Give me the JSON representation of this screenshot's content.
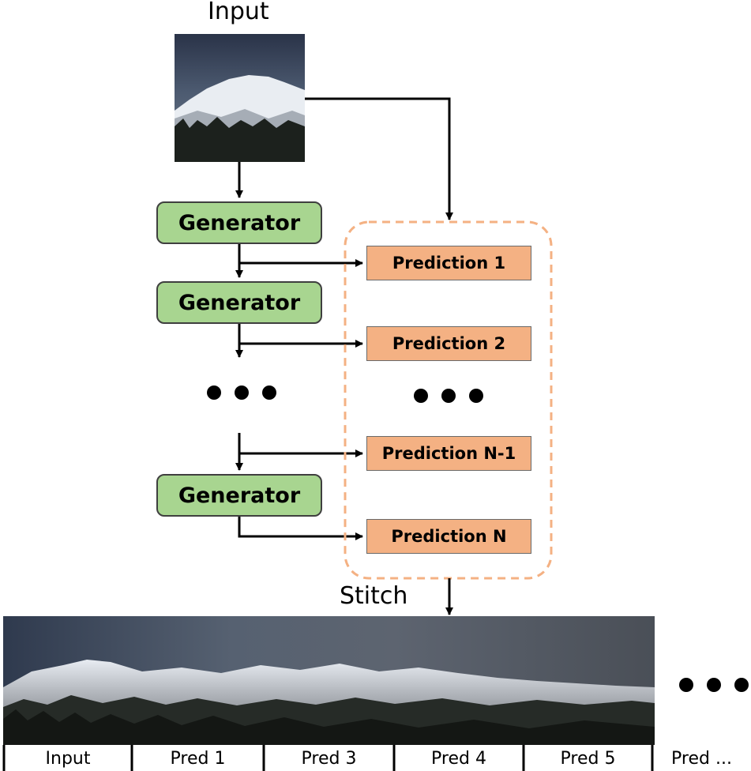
{
  "input_label": "Input",
  "generators": [
    "Generator",
    "Generator",
    "Generator"
  ],
  "predictions": [
    "Prediction 1",
    "Prediction 2",
    "Prediction N-1",
    "Prediction N"
  ],
  "stitch_label": "Stitch",
  "strip_labels": [
    "Input",
    "Pred 1",
    "Pred 3",
    "Pred 4",
    "Pred 5",
    "Pred ..."
  ],
  "colors": {
    "generator_fill": "#a8d590",
    "prediction_fill": "#f4b183",
    "group_border": "#f4b183"
  },
  "icons": [
    "ellipsis-icon"
  ]
}
